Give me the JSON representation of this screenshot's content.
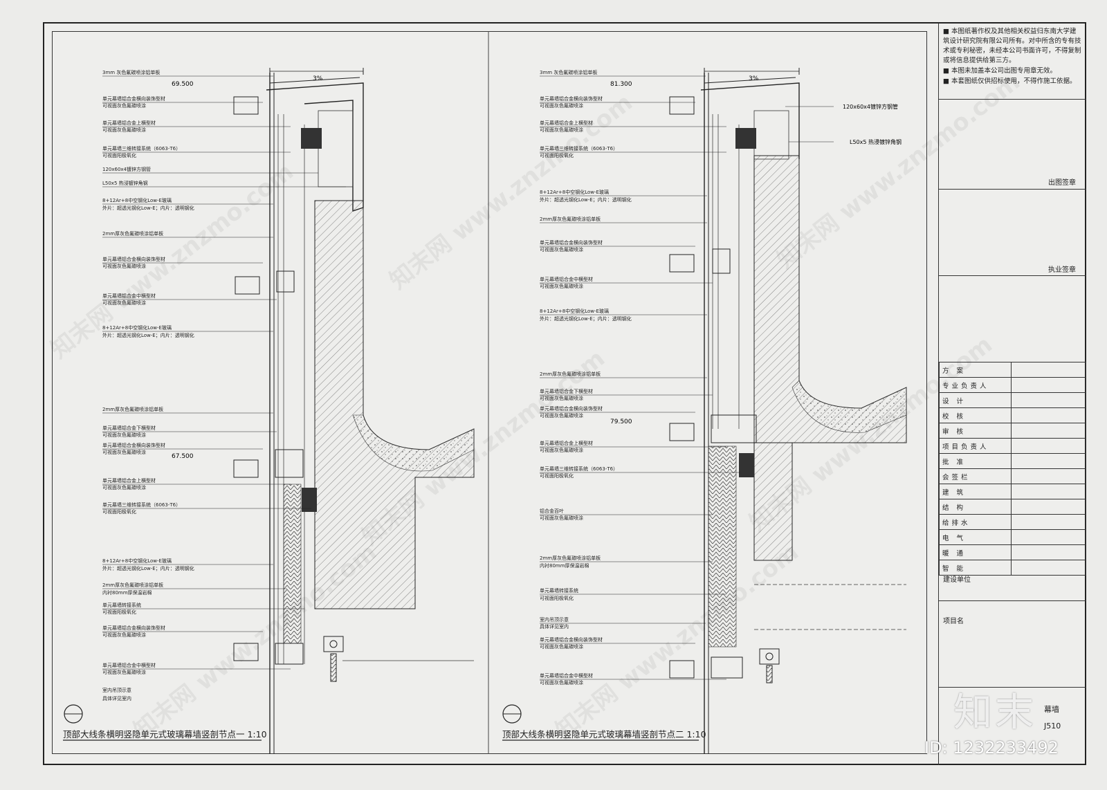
{
  "left_detail": {
    "labels": [
      "3mm 灰色氟碳喷涂铝单板",
      "单元幕墙铝合金横向装饰型材",
      "可视面灰色氟碳喷涂",
      "单元幕墙铝合金上横型材",
      "可视面灰色氟碳喷涂",
      "单元幕墙三维转接系统（6063-T6）",
      "可视面阳极氧化",
      "120x60x4镀锌方钢管",
      "L50x5 热浸镀锌角钢",
      "8+12Ar+8中空钢化Low-E玻璃",
      "外片：超透光钢化Low-E；内片：透明钢化",
      "2mm厚灰色氟碳喷涂铝单板",
      "单元幕墙铝合金横向装饰型材",
      "可视面灰色氟碳喷涂",
      "单元幕墙铝合金中横型材",
      "可视面灰色氟碳喷涂",
      "8+12Ar+8中空钢化Low-E玻璃",
      "外片：超透光钢化Low-E；内片：透明钢化",
      "2mm厚灰色氟碳喷涂铝单板",
      "单元幕墙铝合金下横型材",
      "可视面灰色氟碳喷涂",
      "单元幕墙铝合金横向装饰型材",
      "可视面灰色氟碳喷涂",
      "单元幕墙铝合金上横型材",
      "可视面灰色氟碳喷涂",
      "单元幕墙三维转接系统（6063-T6）",
      "可视面阳极氧化",
      "8+12Ar+8中空钢化Low-E玻璃",
      "外片：超透光钢化Low-E；内片：透明钢化",
      "2mm厚灰色氟碳喷涂铝单板",
      "内衬80mm厚保温岩棉",
      "单元幕墙转接系统",
      "可视面阳极氧化",
      "单元幕墙铝合金横向装饰型材",
      "可视面灰色氟碳喷涂",
      "单元幕墙铝合金中横型材",
      "可视面灰色氟碳喷涂",
      "室内吊顶示意",
      "具体详见室内"
    ],
    "elevations": [
      "69.500",
      "67.500"
    ],
    "slope": "3%",
    "title": "顶部大线条横明竖隐单元式玻璃幕墙竖剖节点一  1:10"
  },
  "right_detail": {
    "labels": [
      "3mm 灰色氟碳喷涂铝单板",
      "单元幕墙铝合金横向装饰型材",
      "可视面灰色氟碳喷涂",
      "单元幕墙铝合金上横型材",
      "可视面灰色氟碳喷涂",
      "单元幕墙三维转接系统（6063-T6）",
      "可视面阳极氧化",
      "8+12Ar+8中空钢化Low-E玻璃",
      "外片：超透光钢化Low-E；内片：透明钢化",
      "2mm厚灰色氟碳喷涂铝单板",
      "单元幕墙铝合金横向装饰型材",
      "可视面灰色氟碳喷涂",
      "单元幕墙铝合金中横型材",
      "可视面灰色氟碳喷涂",
      "8+12Ar+8中空钢化Low-E玻璃",
      "外片：超透光钢化Low-E；内片：透明钢化",
      "2mm厚灰色氟碳喷涂铝单板",
      "单元幕墙铝合金下横型材",
      "可视面灰色氟碳喷涂",
      "单元幕墙铝合金横向装饰型材",
      "可视面灰色氟碳喷涂",
      "单元幕墙铝合金上横型材",
      "可视面灰色氟碳喷涂",
      "单元幕墙三维转接系统（6063-T6）",
      "可视面阳极氧化",
      "铝合金百叶",
      "可视面灰色氟碳喷涂",
      "2mm厚灰色氟碳喷涂铝单板",
      "内衬80mm厚保温岩棉",
      "单元幕墙转接系统",
      "可视面阳极氧化",
      "室内吊顶示意",
      "具体详见室内",
      "单元幕墙铝合金横向装饰型材",
      "可视面灰色氟碳喷涂",
      "单元幕墙铝合金中横型材",
      "可视面灰色氟碳喷涂"
    ],
    "right_labels": [
      "120x60x4镀锌方钢管",
      "L50x5 热浸镀锌角钢"
    ],
    "elevations": [
      "81.300",
      "79.500"
    ],
    "slope": "3%",
    "title": "顶部大线条横明竖隐单元式玻璃幕墙竖剖节点二  1:10"
  },
  "title_block": {
    "notes": [
      "■  本图纸著作权及其他相关权益归东南大学建筑设计研究院有限公司所有。对中所含的专有技术或专利秘密，未经本公司书面许可，不得复制或将信息提供给第三方。",
      "■  本图未加盖本公司出图专用章无效。",
      "■  本套图纸仅供招标使用，不得作施工依据。"
    ],
    "stamp_out": "出图签章",
    "stamp_reg": "执业签章",
    "sign_rows": [
      "方  案",
      "专业负责人",
      "设  计",
      "校  核",
      "审  核",
      "项目负责人",
      "批  准",
      "会签栏",
      "建  筑",
      "结  构",
      "给排水",
      "电  气",
      "暖  通",
      "智  能"
    ],
    "client_label": "建设单位",
    "project_label": "项目名",
    "discipline": "幕墙",
    "drawing_no": "J510"
  },
  "watermark": {
    "logo": "知末",
    "id": "ID: 1232233492",
    "site": "www.znzmo.com",
    "brand": "知末网"
  }
}
